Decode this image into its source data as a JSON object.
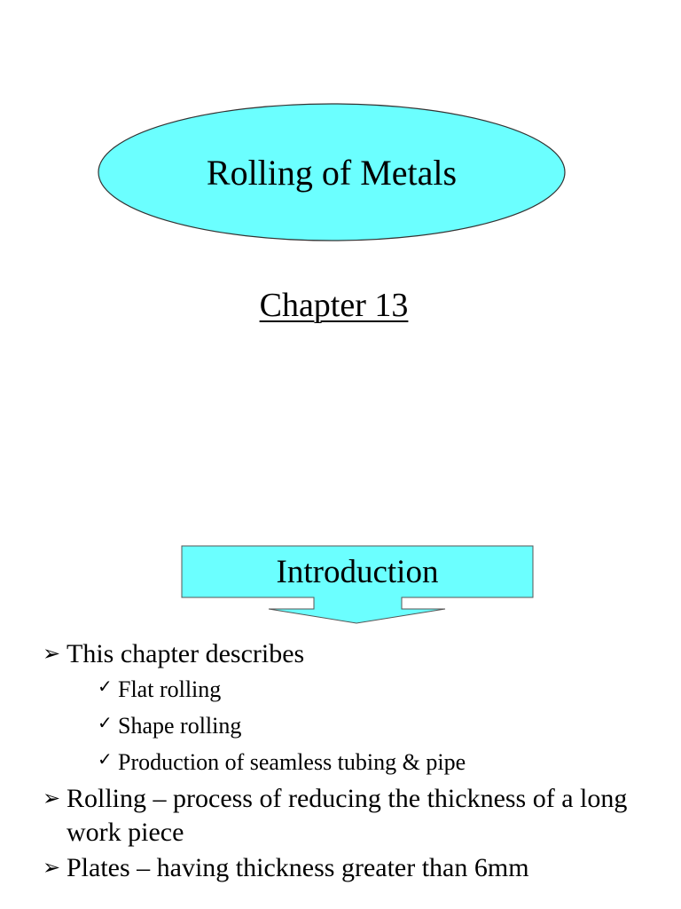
{
  "slide_1": {
    "title": "Rolling of Metals",
    "subtitle": "Chapter 13",
    "ellipse_fill": "#6BFFFF",
    "ellipse_stroke": "#333333"
  },
  "slide_2": {
    "callout": {
      "label": "Introduction",
      "fill": "#6BFFFF",
      "stroke": "#555555",
      "icon": "down-arrow-callout"
    },
    "bullets": [
      {
        "marker": "➢",
        "marker_icon": "arrowhead-bullet-icon",
        "text": "This chapter describes",
        "sub_items": [
          {
            "marker": "✓",
            "marker_icon": "checkmark-icon",
            "text": "Flat rolling"
          },
          {
            "marker": "✓",
            "marker_icon": "checkmark-icon",
            "text": "Shape rolling"
          },
          {
            "marker": "✓",
            "marker_icon": "checkmark-icon",
            "text": "Production of seamless tubing & pipe"
          }
        ]
      },
      {
        "marker": "➢",
        "marker_icon": "arrowhead-bullet-icon",
        "text": "Rolling – process of reducing the thickness of a long work piece"
      },
      {
        "marker": "➢",
        "marker_icon": "arrowhead-bullet-icon",
        "text": "Plates – having thickness greater than 6mm"
      }
    ]
  }
}
